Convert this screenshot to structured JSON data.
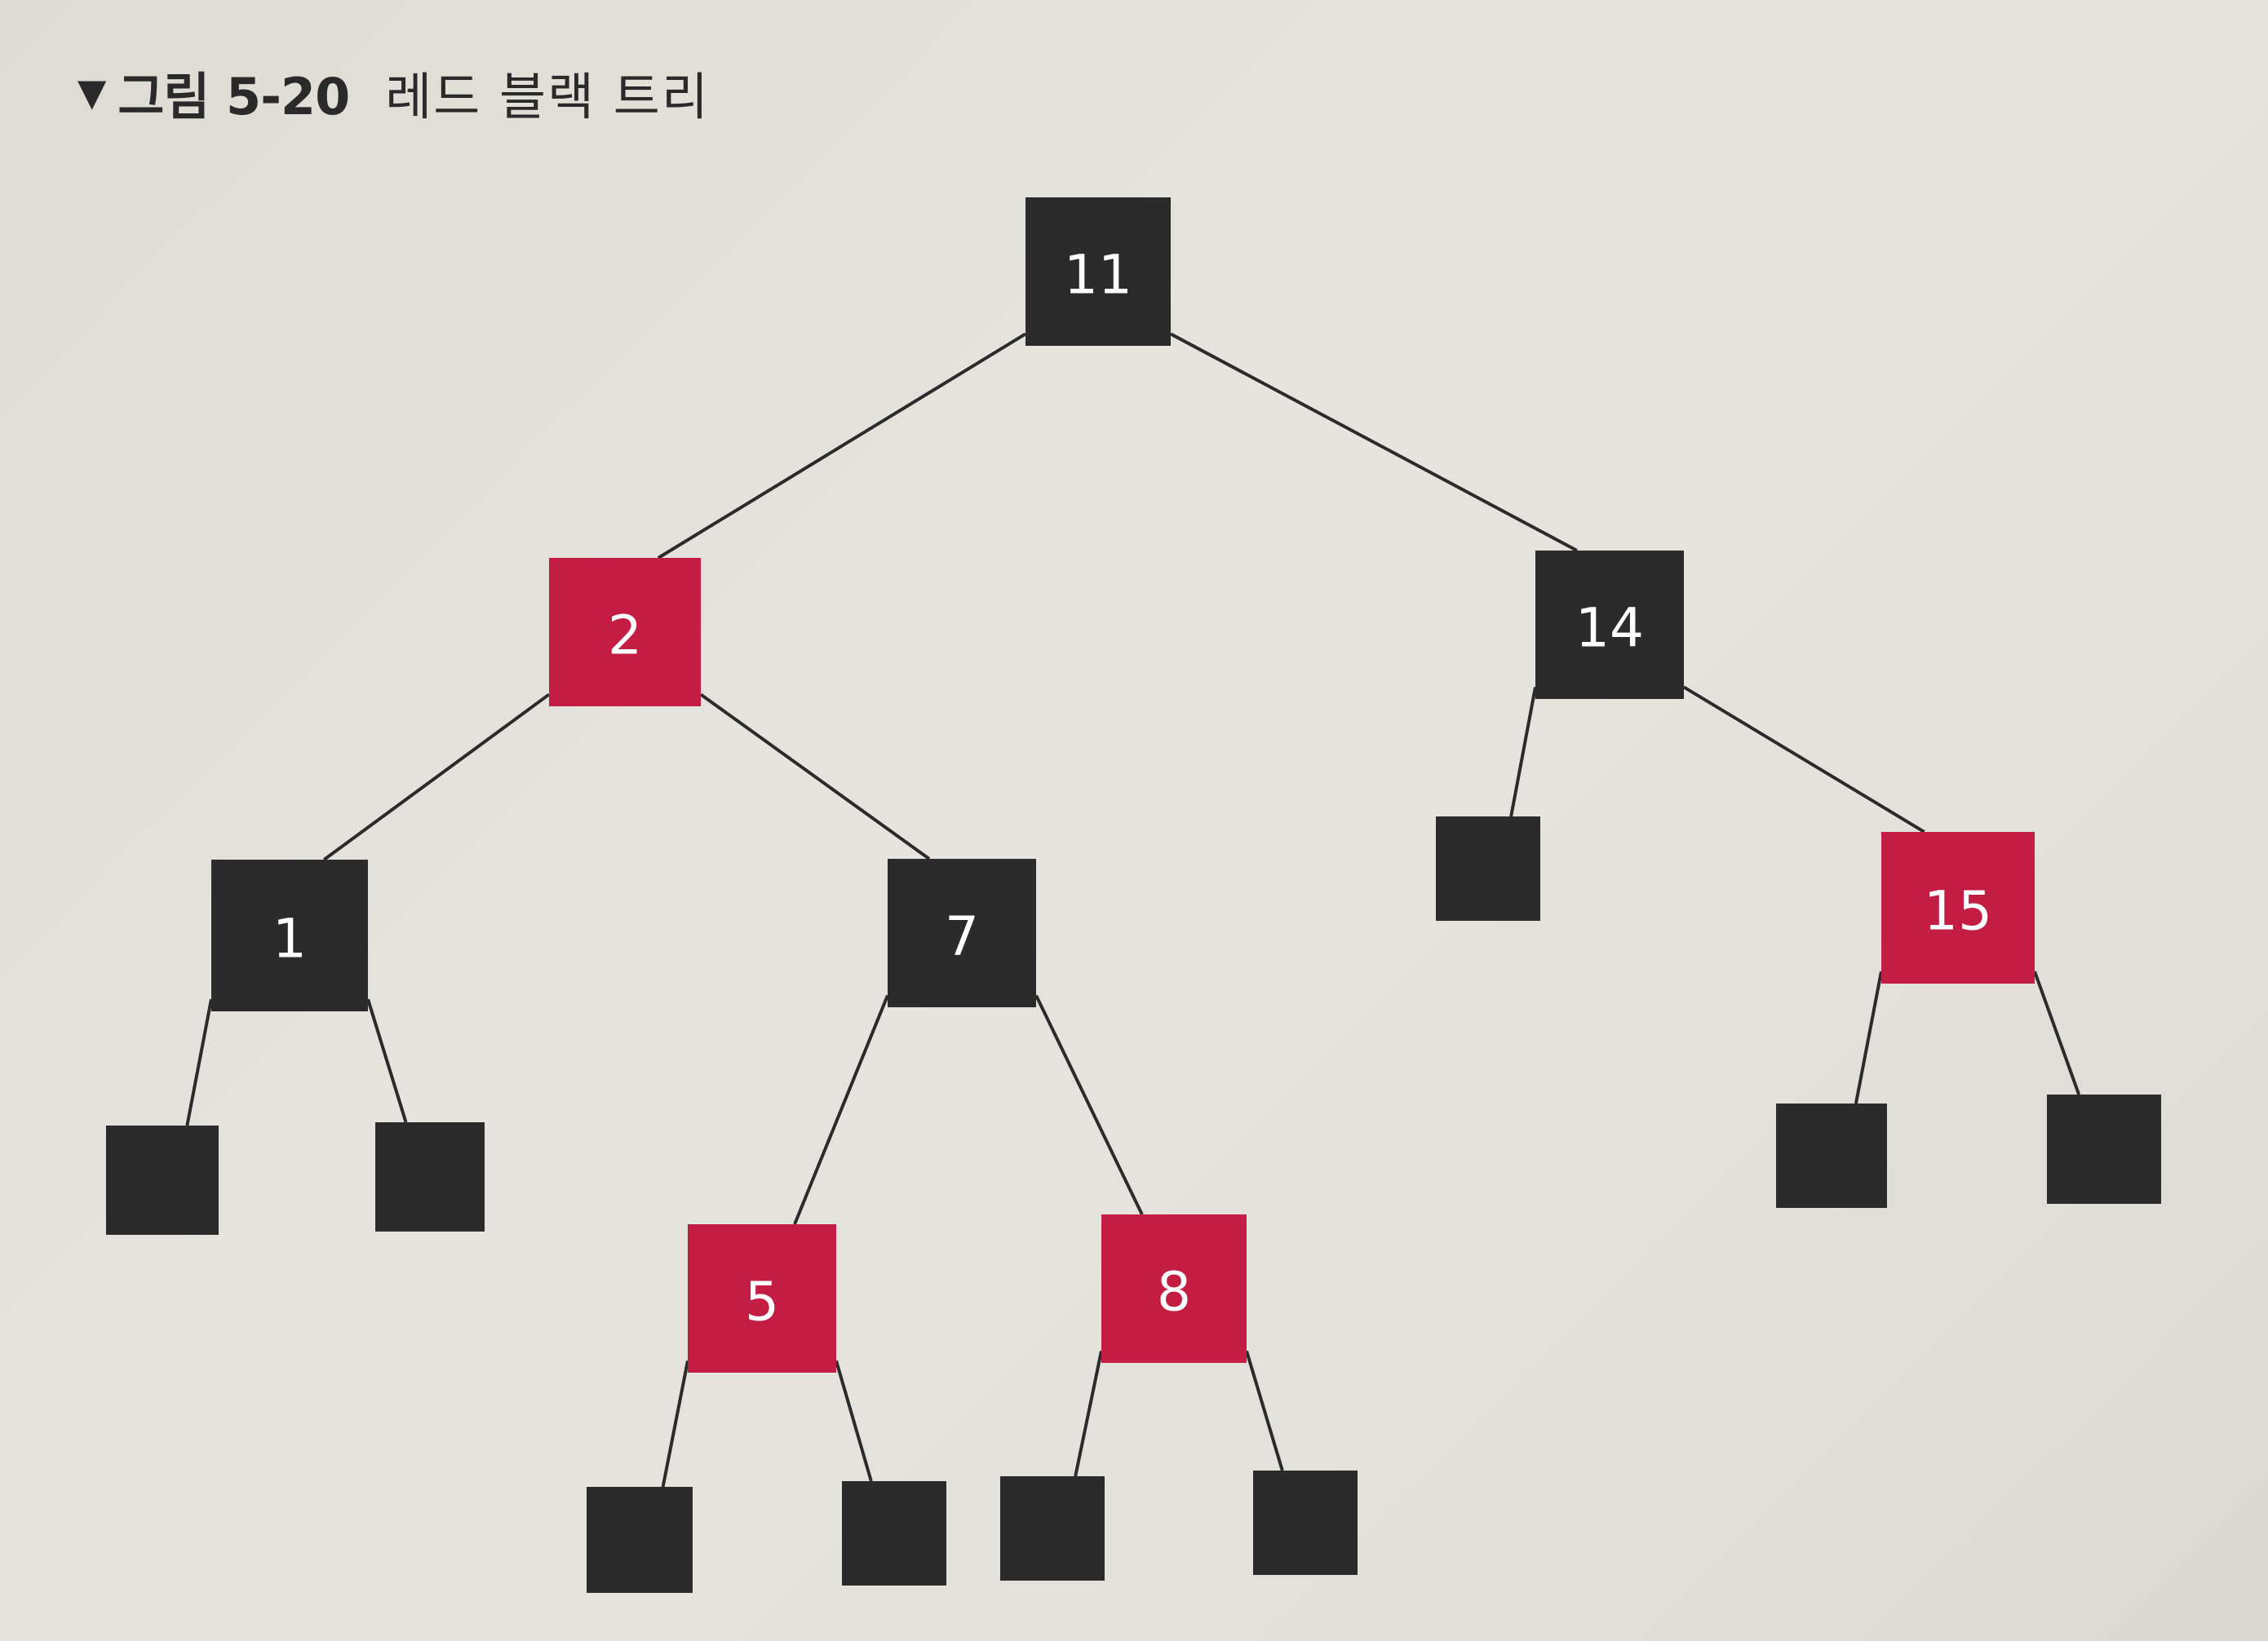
{
  "caption": {
    "marker": "▼",
    "label": "그림 5-20",
    "title": "레드 블랙 트리"
  },
  "colors": {
    "black_node": "#2b2b2b",
    "red_node": "#c41d44",
    "edge": "#2b2b2b",
    "label": "#ffffff"
  },
  "tree": {
    "nodes": [
      {
        "id": "n11",
        "label": "11",
        "color": "black"
      },
      {
        "id": "n2",
        "label": "2",
        "color": "red"
      },
      {
        "id": "n14",
        "label": "14",
        "color": "black"
      },
      {
        "id": "n1",
        "label": "1",
        "color": "black"
      },
      {
        "id": "n7",
        "label": "7",
        "color": "black"
      },
      {
        "id": "nil-14-left",
        "label": "",
        "color": "black"
      },
      {
        "id": "n15",
        "label": "15",
        "color": "red"
      },
      {
        "id": "nil-1-left",
        "label": "",
        "color": "black"
      },
      {
        "id": "nil-1-right",
        "label": "",
        "color": "black"
      },
      {
        "id": "n5",
        "label": "5",
        "color": "red"
      },
      {
        "id": "n8",
        "label": "8",
        "color": "red"
      },
      {
        "id": "nil-15-left",
        "label": "",
        "color": "black"
      },
      {
        "id": "nil-15-right",
        "label": "",
        "color": "black"
      },
      {
        "id": "nil-5-left",
        "label": "",
        "color": "black"
      },
      {
        "id": "nil-5-right",
        "label": "",
        "color": "black"
      },
      {
        "id": "nil-8-left",
        "label": "",
        "color": "black"
      },
      {
        "id": "nil-8-right",
        "label": "",
        "color": "black"
      }
    ],
    "edges": [
      {
        "from": "n11",
        "to": "n2"
      },
      {
        "from": "n11",
        "to": "n14"
      },
      {
        "from": "n2",
        "to": "n1"
      },
      {
        "from": "n2",
        "to": "n7"
      },
      {
        "from": "n14",
        "to": "nil-14-left"
      },
      {
        "from": "n14",
        "to": "n15"
      },
      {
        "from": "n1",
        "to": "nil-1-left"
      },
      {
        "from": "n1",
        "to": "nil-1-right"
      },
      {
        "from": "n7",
        "to": "n5"
      },
      {
        "from": "n7",
        "to": "n8"
      },
      {
        "from": "n15",
        "to": "nil-15-left"
      },
      {
        "from": "n15",
        "to": "nil-15-right"
      },
      {
        "from": "n5",
        "to": "nil-5-left"
      },
      {
        "from": "n5",
        "to": "nil-5-right"
      },
      {
        "from": "n8",
        "to": "nil-8-left"
      },
      {
        "from": "n8",
        "to": "nil-8-right"
      }
    ]
  }
}
